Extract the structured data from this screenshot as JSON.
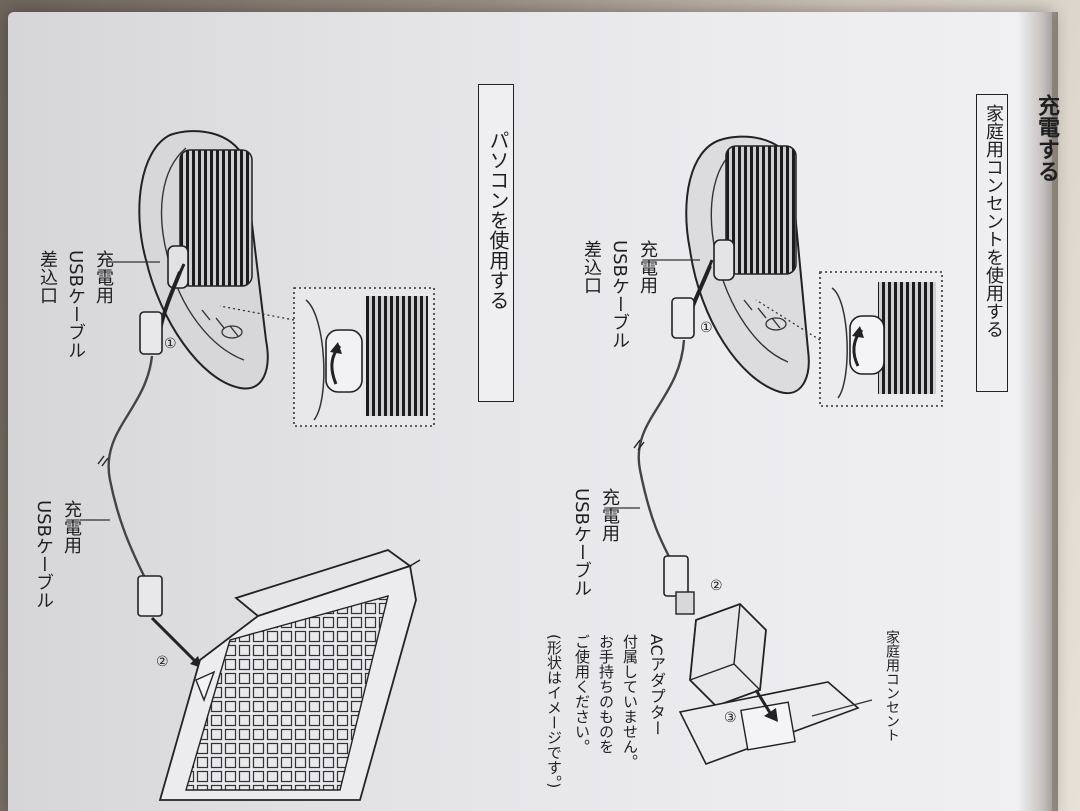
{
  "page": {
    "title": "充電する",
    "section1": {
      "heading": "家庭用コンセントを使用する",
      "cable_port_label": [
        "充電用",
        "USBケーブル",
        "差込口"
      ],
      "cable_label": [
        "充電用",
        "USBケーブル"
      ],
      "outlet_label": "家庭用コンセント",
      "adapter_label": "ACアダプター",
      "note": [
        "付属していません。",
        "お手持ちのものを",
        "ご使用ください。",
        "(形状はイメージです。)"
      ],
      "steps": [
        "①",
        "②",
        "③"
      ]
    },
    "section2": {
      "heading": "パソコンを使用する",
      "cable_port_label": [
        "充電用",
        "USBケーブル",
        "差込口"
      ],
      "cable_label": [
        "充電用",
        "USBケーブル"
      ],
      "steps": [
        "①",
        "②"
      ]
    }
  }
}
